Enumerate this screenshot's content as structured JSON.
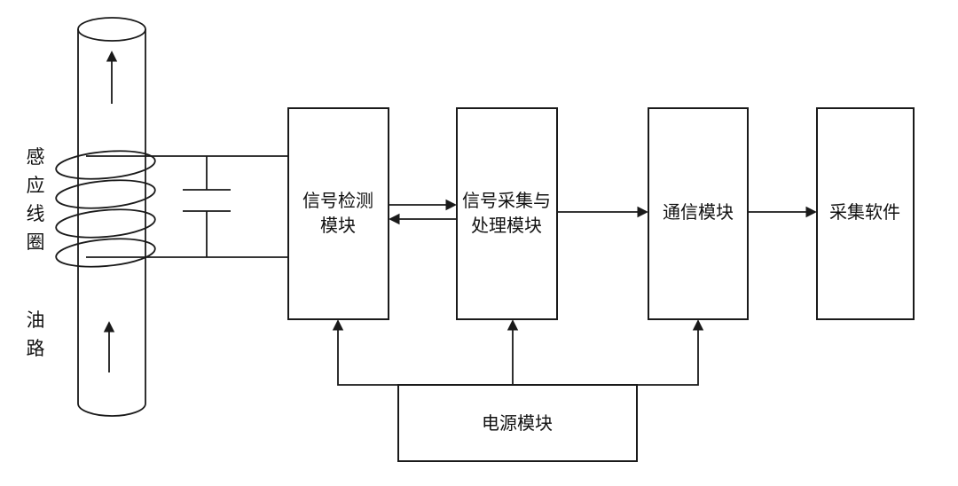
{
  "colors": {
    "background": "#ffffff",
    "line": "#1a1a1a",
    "text": "#111111"
  },
  "labels": {
    "coil_vertical": [
      "感",
      "应",
      "线",
      "圈"
    ],
    "oil_vertical": [
      "油",
      "路"
    ]
  },
  "blocks": {
    "detection": {
      "line1": "信号检测",
      "line2": "模块"
    },
    "acquisition": {
      "line1": "信号采集与",
      "line2": "处理模块"
    },
    "communication": {
      "label": "通信模块"
    },
    "software": {
      "label": "采集软件"
    },
    "power": {
      "label": "电源模块"
    }
  }
}
